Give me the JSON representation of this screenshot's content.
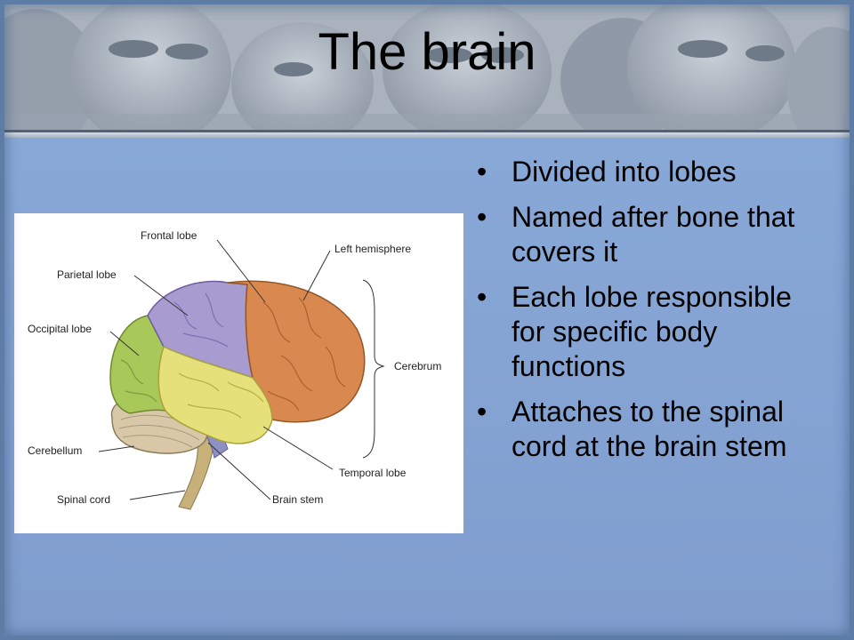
{
  "slide": {
    "title": "The brain",
    "bullets": [
      "Divided into lobes",
      "Named after bone that covers it",
      "Each lobe responsible for specific body functions",
      "Attaches to the spinal cord at the brain stem"
    ]
  },
  "diagram": {
    "labels": {
      "frontal": "Frontal lobe",
      "left_hemisphere": "Left hemisphere",
      "parietal": "Parietal lobe",
      "occipital": "Occipital lobe",
      "cerebrum": "Cerebrum",
      "cerebellum": "Cerebellum",
      "temporal": "Temporal lobe",
      "spinal_cord": "Spinal cord",
      "brain_stem": "Brain stem"
    },
    "colors": {
      "frontal": "#d9894f",
      "parietal": "#a79bcf",
      "occipital": "#a8c85a",
      "temporal": "#e6e07a",
      "cerebellum": "#d8c8a8",
      "brain_stem": "#8e8fc2"
    }
  }
}
